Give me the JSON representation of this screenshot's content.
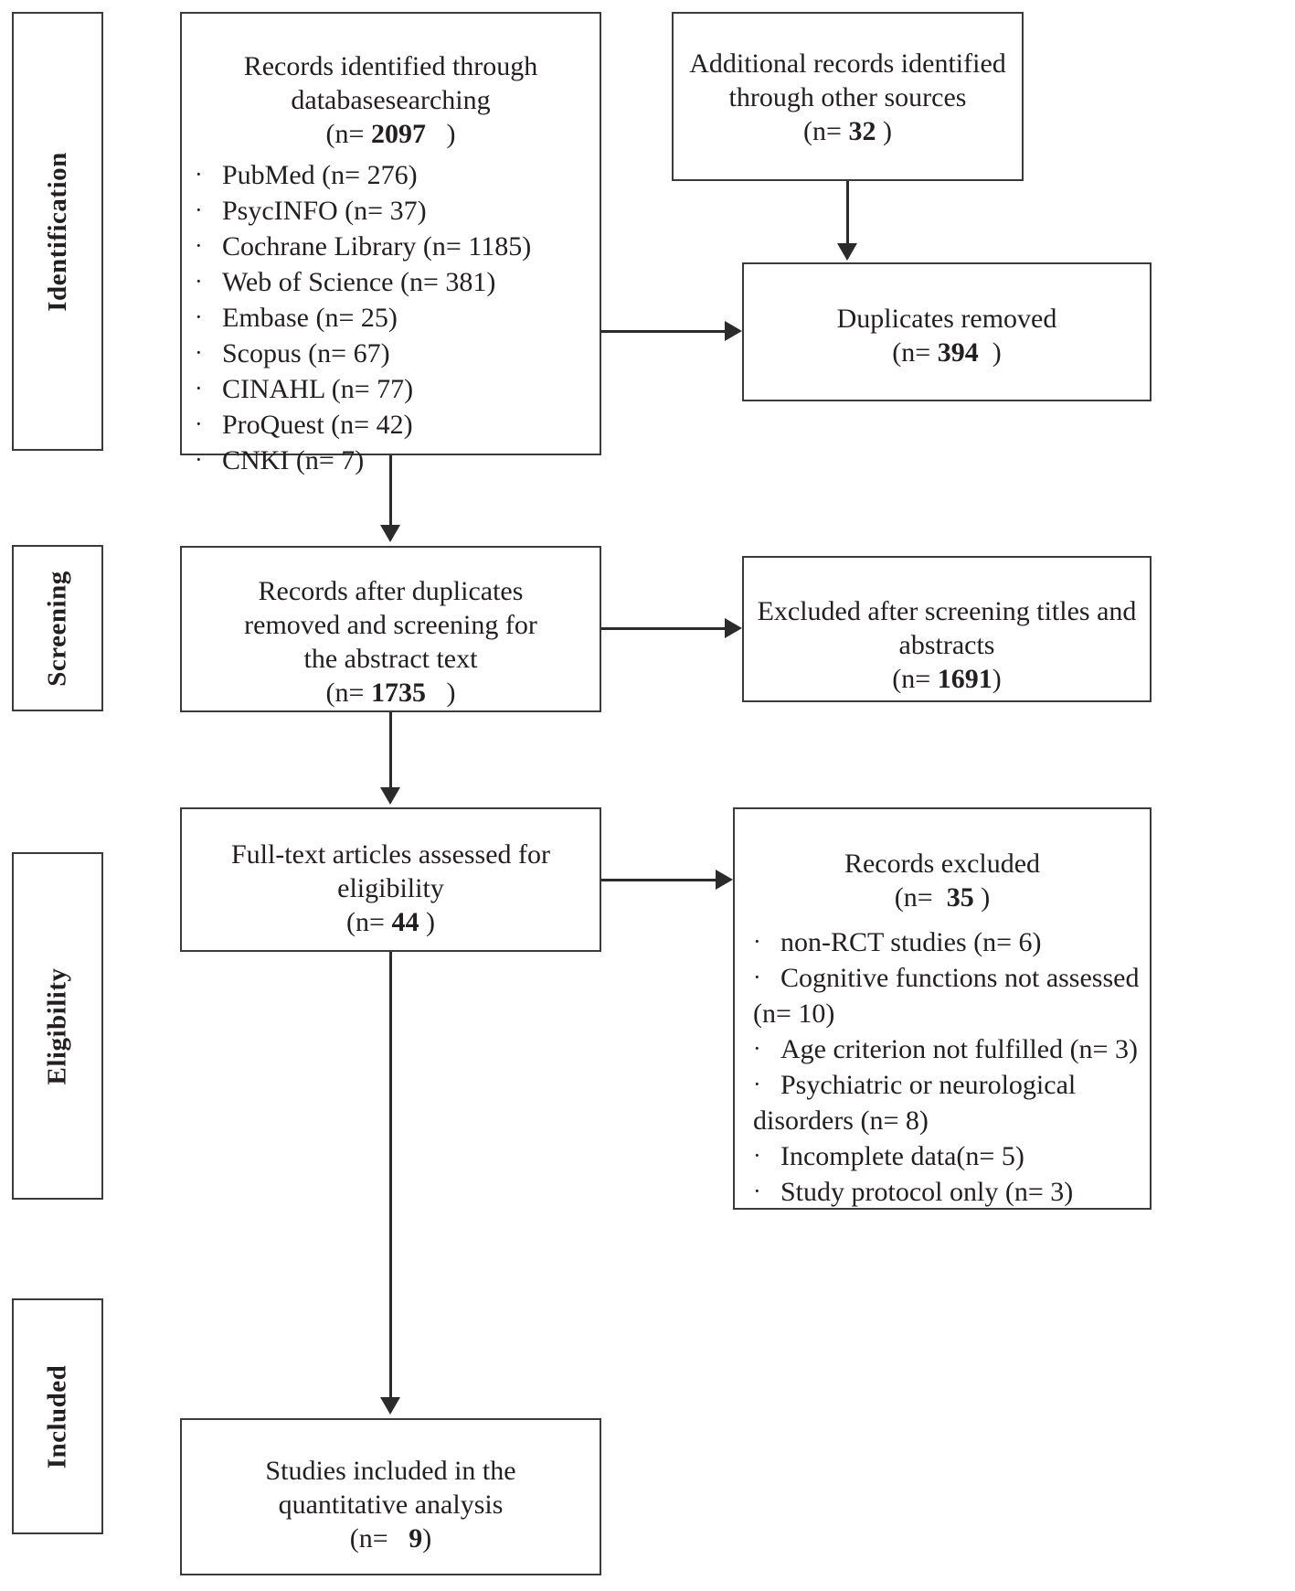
{
  "diagram": {
    "title": "PRISMA flow diagram",
    "line_color": "#2b2b2b",
    "border_color": "#3a3a3a",
    "text_color": "#231f20"
  },
  "stages": [
    {
      "id": "identification",
      "label": "Identification"
    },
    {
      "id": "screening",
      "label": "Screening"
    },
    {
      "id": "eligibility",
      "label": "Eligibility"
    },
    {
      "id": "included",
      "label": "Included"
    }
  ],
  "boxes": {
    "records_identified": {
      "line1": "Records identified through",
      "line2": "databasesearching",
      "count_prefix": "(n=",
      "count": "2097",
      "count_suffix": ")",
      "sources": [
        "PubMed (n= 276)",
        "PsycINFO (n= 37)",
        "Cochrane Library (n= 1185)",
        "Web of Science (n= 381)",
        "Embase (n= 25)",
        "Scopus (n= 67)",
        "CINAHL (n= 77)",
        "ProQuest (n= 42)",
        "CNKI (n= 7)"
      ]
    },
    "additional_records": {
      "line1": "Additional records identified",
      "line2": "through other sources",
      "count_prefix": "(n=",
      "count": "32",
      "count_suffix": ")"
    },
    "duplicates_removed": {
      "line1": "Duplicates removed",
      "count_prefix": "(n=",
      "count": "394",
      "count_suffix": ")"
    },
    "records_after_duplicates": {
      "line1": "Records after duplicates",
      "line2": "removed and screening for",
      "line3": "the abstract text",
      "count_prefix": "(n=",
      "count": "1735",
      "count_suffix": ")"
    },
    "excluded_screening": {
      "line1": "Excluded after screening titles and",
      "line2": "abstracts",
      "count_prefix": "(n=",
      "count": "1691",
      "count_suffix": ")"
    },
    "fulltext_assessed": {
      "line1": "Full-text articles assessed for",
      "line2": "eligibility",
      "count_prefix": "(n=",
      "count": "44",
      "count_suffix": ")"
    },
    "records_excluded": {
      "line1": "Records excluded",
      "count_prefix": "(n=",
      "count": "35",
      "count_suffix": ")",
      "reasons": [
        "non-RCT studies (n= 6)",
        "Cognitive functions not assessed (n= 10)",
        "Age criterion not fulfilled (n= 3)",
        "Psychiatric or neurological disorders (n= 8)",
        "Incomplete data(n= 5)",
        "Study protocol only (n= 3)"
      ]
    },
    "studies_included": {
      "line1": "Studies included in the",
      "line2": "quantitative analysis",
      "count_prefix": "(n=",
      "count": "9",
      "count_suffix": ")"
    }
  },
  "bullet_glyph": "·"
}
